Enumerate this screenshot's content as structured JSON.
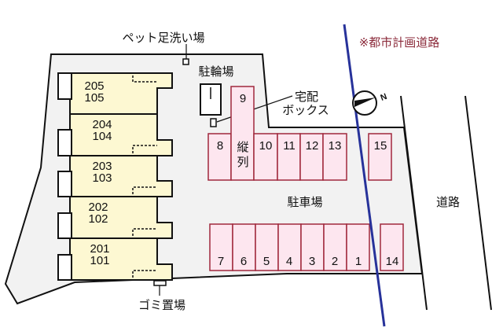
{
  "colors": {
    "lot_fill": "#f2f2f2",
    "building_fill": "#fdf8d2",
    "parking_fill": "#fde6ef",
    "parking_stroke": "#a0283c",
    "planned_road_line": "#27329a",
    "planned_road_label": "#8b2a3a",
    "outline": "#111111"
  },
  "labels": {
    "pet_wash": "ペット足洗い場",
    "bicycle_parking": "駐輪場",
    "delivery_box_line1": "宅配",
    "delivery_box_line2": "ボックス",
    "parking_lot": "駐車場",
    "road": "道路",
    "garbage": "ゴミ置場",
    "planned_road": "※都市計画道路",
    "tandem_line1": "縦",
    "tandem_line2": "列",
    "compass_north": "N"
  },
  "building": {
    "units": [
      {
        "upper": "205",
        "lower": "105"
      },
      {
        "upper": "204",
        "lower": "104"
      },
      {
        "upper": "203",
        "lower": "103"
      },
      {
        "upper": "202",
        "lower": "102"
      },
      {
        "upper": "201",
        "lower": "101"
      }
    ]
  },
  "parking": {
    "top_row": [
      {
        "id": "8"
      },
      {
        "id": "9"
      },
      {
        "id": "10"
      },
      {
        "id": "11"
      },
      {
        "id": "12"
      },
      {
        "id": "13"
      },
      {
        "id": "15"
      }
    ],
    "bottom_row": [
      {
        "id": "7"
      },
      {
        "id": "6"
      },
      {
        "id": "5"
      },
      {
        "id": "4"
      },
      {
        "id": "3"
      },
      {
        "id": "2"
      },
      {
        "id": "1"
      },
      {
        "id": "14"
      }
    ]
  }
}
